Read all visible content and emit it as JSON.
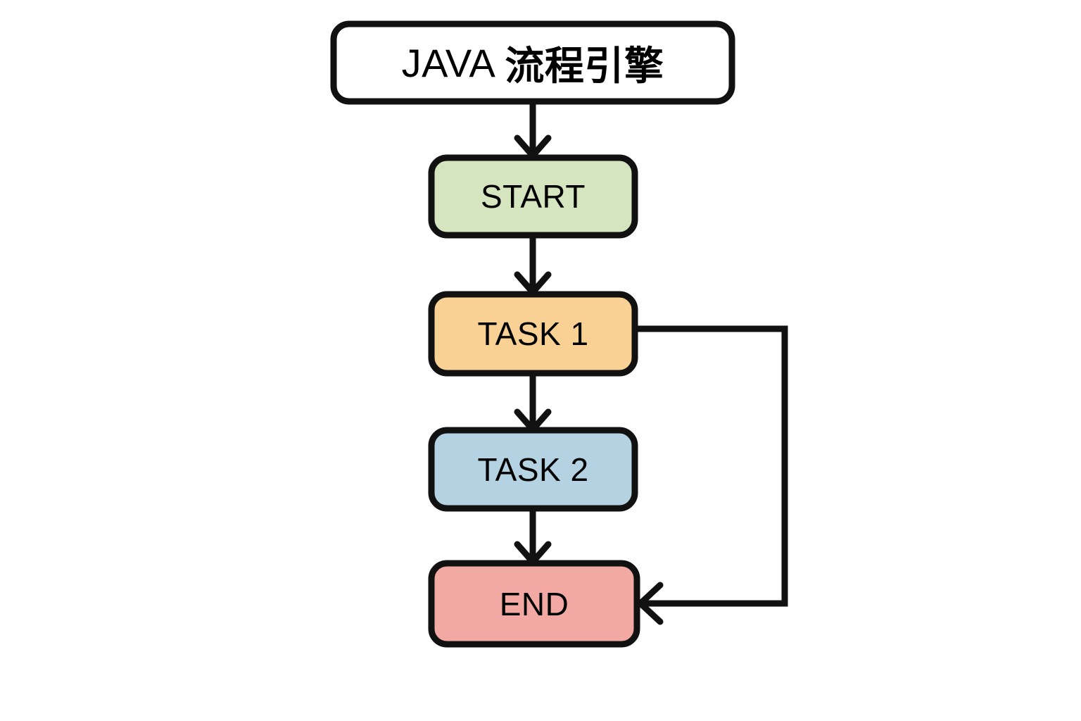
{
  "diagram": {
    "type": "flowchart",
    "orientation": "vertical",
    "background_color": "#ffffff",
    "stroke_color": "#111111",
    "title_node": {
      "id": "title",
      "label_latin": "JAVA ",
      "label_cjk": "流程引擎",
      "full_label": "JAVA 流程引擎",
      "fill_color": "#ffffff",
      "shape": "rounded-rectangle"
    },
    "nodes": [
      {
        "id": "start",
        "label": "START",
        "fill_color": "#d4e5bf",
        "shape": "rounded-rectangle"
      },
      {
        "id": "task1",
        "label": "TASK 1",
        "fill_color": "#f9d195",
        "shape": "rounded-rectangle"
      },
      {
        "id": "task2",
        "label": "TASK 2",
        "fill_color": "#b4d2e2",
        "shape": "rounded-rectangle"
      },
      {
        "id": "end",
        "label": "END",
        "fill_color": "#f2a9a3",
        "shape": "rounded-rectangle"
      }
    ],
    "edges": [
      {
        "id": "edge-title-start",
        "from": "title",
        "to": "start",
        "style": "straight-down",
        "arrowhead": "open-chevron"
      },
      {
        "id": "edge-start-task1",
        "from": "start",
        "to": "task1",
        "style": "straight-down",
        "arrowhead": "open-chevron"
      },
      {
        "id": "edge-task1-task2",
        "from": "task1",
        "to": "task2",
        "style": "straight-down",
        "arrowhead": "open-chevron"
      },
      {
        "id": "edge-task2-end",
        "from": "task2",
        "to": "end",
        "style": "straight-down",
        "arrowhead": "open-chevron"
      },
      {
        "id": "edge-task1-end-bypass",
        "from": "task1",
        "to": "end",
        "style": "orthogonal-right-bypass",
        "arrowhead": "open-chevron"
      }
    ]
  }
}
